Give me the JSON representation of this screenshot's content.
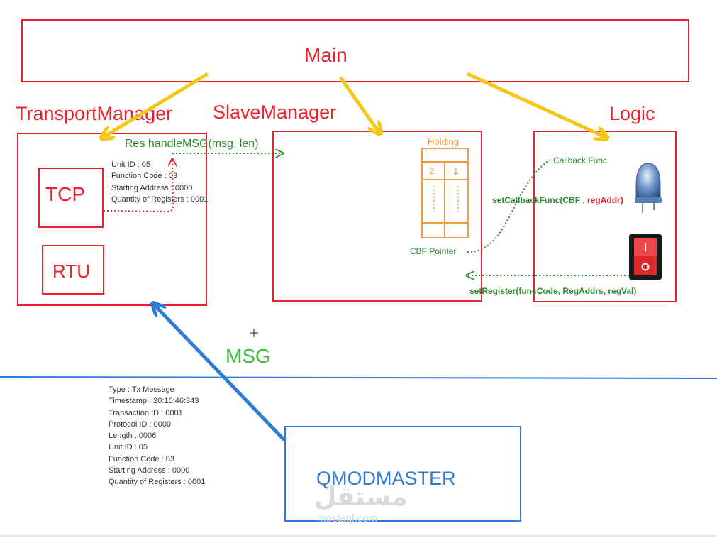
{
  "main": {
    "label": "Main"
  },
  "transport": {
    "title": "TransportManager",
    "tcp": "TCP",
    "rtu": "RTU",
    "handle_msg": "Res handleMSG(msg, len)",
    "fields": [
      "Unit ID : 05",
      "Function Code : 03",
      "Starting Address : 0000",
      "Quantity of Registers : 0001"
    ]
  },
  "slave": {
    "title": "SlaveManager",
    "holding_label": "Holding",
    "holding_cells": [
      "2",
      "1"
    ],
    "cbf_pointer": "CBF Pointer"
  },
  "logic": {
    "title": "Logic",
    "callback_func": "Callback Func",
    "set_callback_prefix": "setCallbackFunc(CBF",
    "set_callback_sep": " , ",
    "set_callback_arg": "regAddr)",
    "set_register": "setRegister(funcCode, RegAddrs, regVal)"
  },
  "msg": {
    "label": "MSG"
  },
  "qmod": {
    "label": "QMODMASTER",
    "fields": [
      "Type : Tx Message",
      "Timestamp : 20:10:46:343",
      "Transaction ID : 0001",
      "Protocol ID : 0000",
      "Length : 0006",
      "Unit ID : 05",
      "Function Code : 03",
      "Starting Address : 0000",
      "Quantity of Registers : 0001"
    ]
  },
  "watermark": {
    "arabic": "مستقل",
    "latin": "mostaql.com"
  },
  "colors": {
    "red": "#e8212a",
    "yellow_arrow": "#f5c518",
    "green": "#2e8b2e",
    "blue": "#2e7cd8",
    "orange": "#f29a3d"
  }
}
